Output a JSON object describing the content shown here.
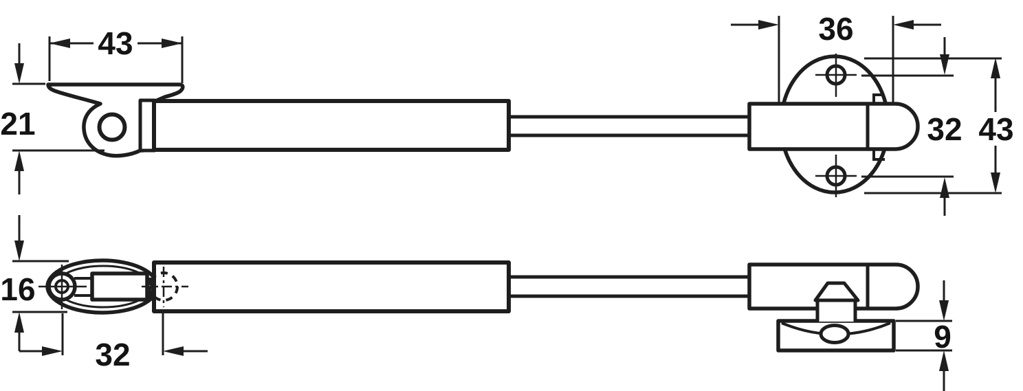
{
  "colors": {
    "line": "#1e1e1e",
    "background": "#ffffff",
    "text": "#141414"
  },
  "dimensions": {
    "bracket_width": "43",
    "bracket_height": "21",
    "plate_hole_inset": "36",
    "plate_hole_spacing": "32",
    "plate_height": "43",
    "eyelet_height": "16",
    "eyelet_pivot_to_body": "32",
    "base_plate_thickness": "9"
  }
}
